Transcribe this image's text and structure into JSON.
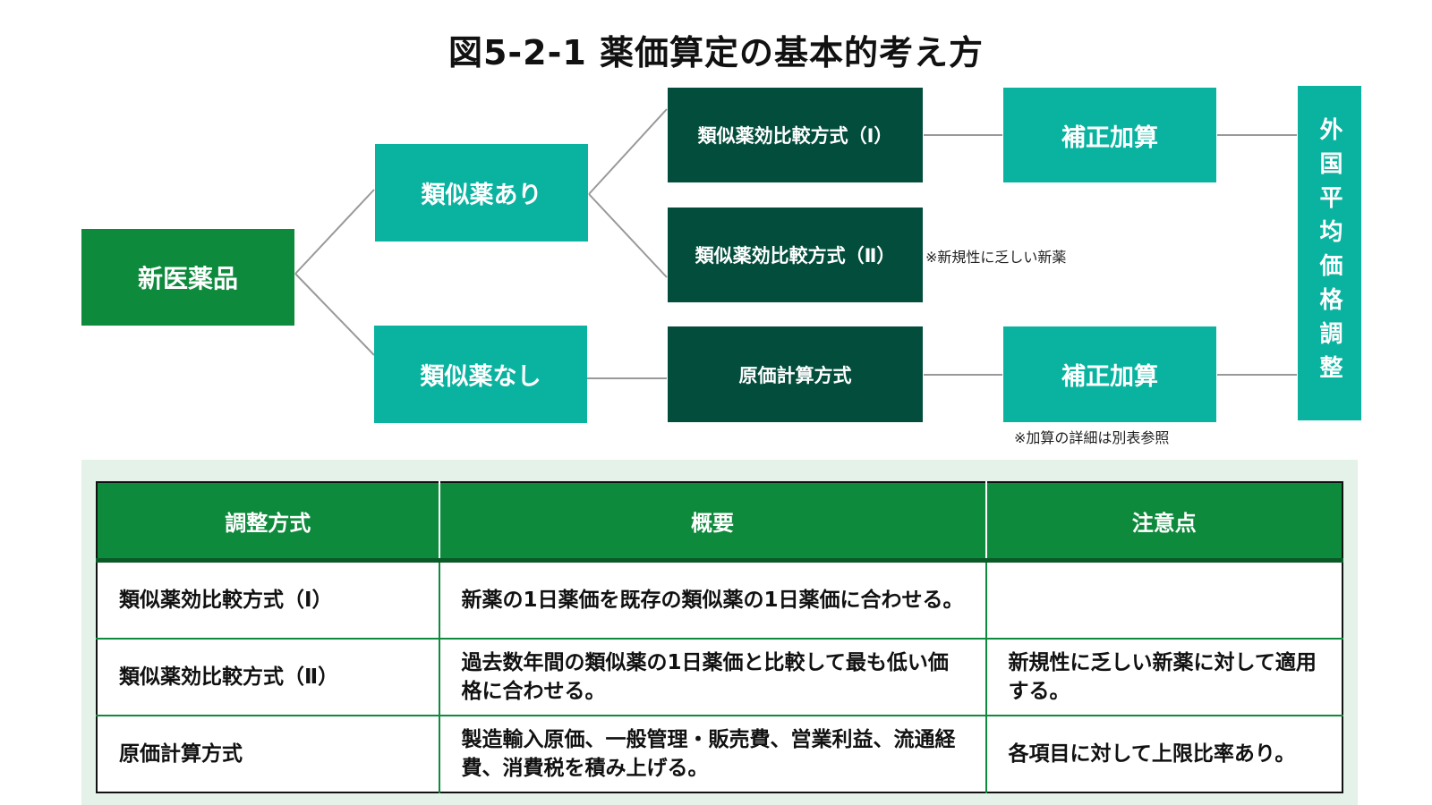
{
  "title": "図5-2-1 薬価算定の基本的考え方",
  "nodes": {
    "new_drug": "新医薬品",
    "similar_yes": "類似薬あり",
    "similar_no": "類似薬なし",
    "method1": "類似薬効比較方式（Ⅰ）",
    "method2": "類似薬効比較方式（Ⅱ）",
    "cost_method": "原価計算方式",
    "adjust1": "補正加算",
    "adjust2": "補正加算",
    "foreign": "外国平均価格調整"
  },
  "notes": {
    "novelty": "※新規性に乏しい新薬",
    "details": "※加算の詳細は別表参照"
  },
  "table": {
    "headers": [
      "調整方式",
      "概要",
      "注意点"
    ],
    "rows": [
      {
        "method": "類似薬効比較方式（Ⅰ）",
        "summary": "新薬の1日薬価を既存の類似薬の1日薬価に合わせる。",
        "note": ""
      },
      {
        "method": "類似薬効比較方式（Ⅱ）",
        "summary": "過去数年間の類似薬の1日薬価と比較して最も低い価格に合わせる。",
        "note": "新規性に乏しい新薬に対して適用する。"
      },
      {
        "method": "原価計算方式",
        "summary": "製造輸入原価、一般管理・販売費、営業利益、流通経費、消費税を積み上げる。",
        "note": "各項目に対して上限比率あり。"
      }
    ]
  },
  "colors": {
    "main_green": "#0e8a3c",
    "teal": "#0ab3a0",
    "dark_green": "#024d3c",
    "table_bg": "#e4f2ea",
    "line": "#999999"
  }
}
